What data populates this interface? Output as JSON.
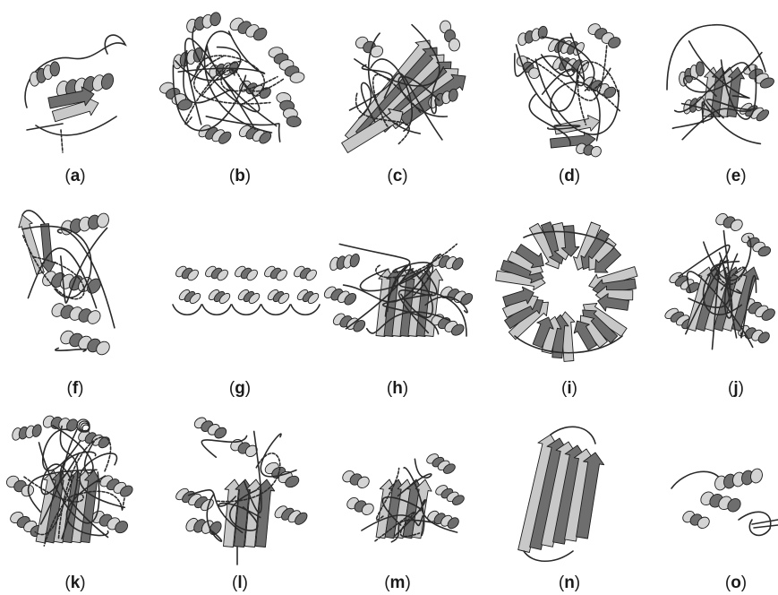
{
  "figure": {
    "panels": [
      {
        "label": "(a)",
        "letter": "a",
        "type": "alpha-beta-small"
      },
      {
        "label": "(b)",
        "letter": "b",
        "type": "alpha-barrel"
      },
      {
        "label": "(c)",
        "letter": "c",
        "type": "beta-sandwich"
      },
      {
        "label": "(d)",
        "letter": "d",
        "type": "multi-domain"
      },
      {
        "label": "(e)",
        "letter": "e",
        "type": "alpha-beta"
      },
      {
        "label": "(f)",
        "letter": "f",
        "type": "helical-hairpin"
      },
      {
        "label": "(g)",
        "letter": "g",
        "type": "helix-repeat"
      },
      {
        "label": "(h)",
        "letter": "h",
        "type": "alpha-beta-large"
      },
      {
        "label": "(i)",
        "letter": "i",
        "type": "beta-propeller"
      },
      {
        "label": "(j)",
        "letter": "j",
        "type": "alpha-beta-barrel"
      },
      {
        "label": "(k)",
        "letter": "k",
        "type": "alpha-beta-dense"
      },
      {
        "label": "(l)",
        "letter": "l",
        "type": "alpha-beta-open"
      },
      {
        "label": "(m)",
        "letter": "m",
        "type": "alpha-beta-compact"
      },
      {
        "label": "(n)",
        "letter": "n",
        "type": "beta-barrel"
      },
      {
        "label": "(o)",
        "letter": "o",
        "type": "small-helical"
      }
    ],
    "colors": {
      "helix_light": "#d4d4d4",
      "helix_dark": "#6e6e6e",
      "strand": "#c8c8c8",
      "coil": "#2a2a2a",
      "outline": "#1e1e1e"
    }
  }
}
